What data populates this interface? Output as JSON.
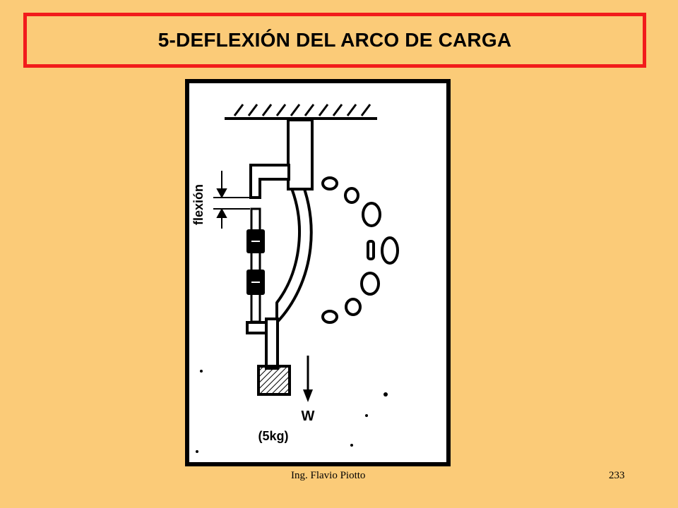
{
  "slide": {
    "title": "5-DEFLEXIÓN DEL ARCO DE CARGA",
    "author": "Ing.  Flavio Piotto",
    "page_number": "233"
  },
  "diagram": {
    "label_flexion": "flexión",
    "label_w": "W",
    "label_mass": "(5kg)"
  },
  "colors": {
    "background": "#FBCB78",
    "title_border": "#F21B1B",
    "figure_bg": "#FFFFFF",
    "ink": "#000000"
  }
}
